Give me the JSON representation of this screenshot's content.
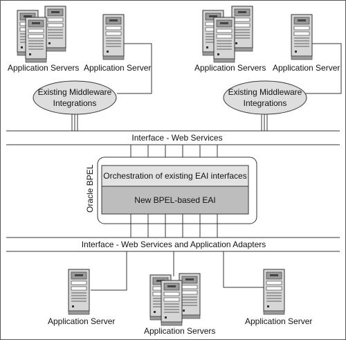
{
  "top": {
    "left_group_label": "Application Servers",
    "left_single_label": "Application Server",
    "right_group_label": "Application Servers",
    "right_single_label": "Application Server",
    "middleware_left": [
      "Existing Middleware",
      "Integrations"
    ],
    "middleware_right": [
      "Existing Middleware",
      "Integrations"
    ]
  },
  "interface_top": "Interface - Web Services",
  "bpel": {
    "vertical_label": "Oracle BPEL",
    "orchestration_label": "Orchestration of existing EAI interfaces",
    "new_eai_label": "New BPEL-based EAI"
  },
  "interface_bottom": "Interface - Web Services and Application Adapters",
  "bottom": {
    "left_label": "Application Server",
    "middle_label": "Application Servers",
    "right_label": "Application Server"
  },
  "colors": {
    "server_light": "#d6d6d6",
    "server_dark": "#9a9a9a",
    "ellipse_fill": "#dedede",
    "orchestration_fill": "#e2e2e2",
    "new_eai_fill": "#bdbdbd",
    "line": "#333333"
  }
}
